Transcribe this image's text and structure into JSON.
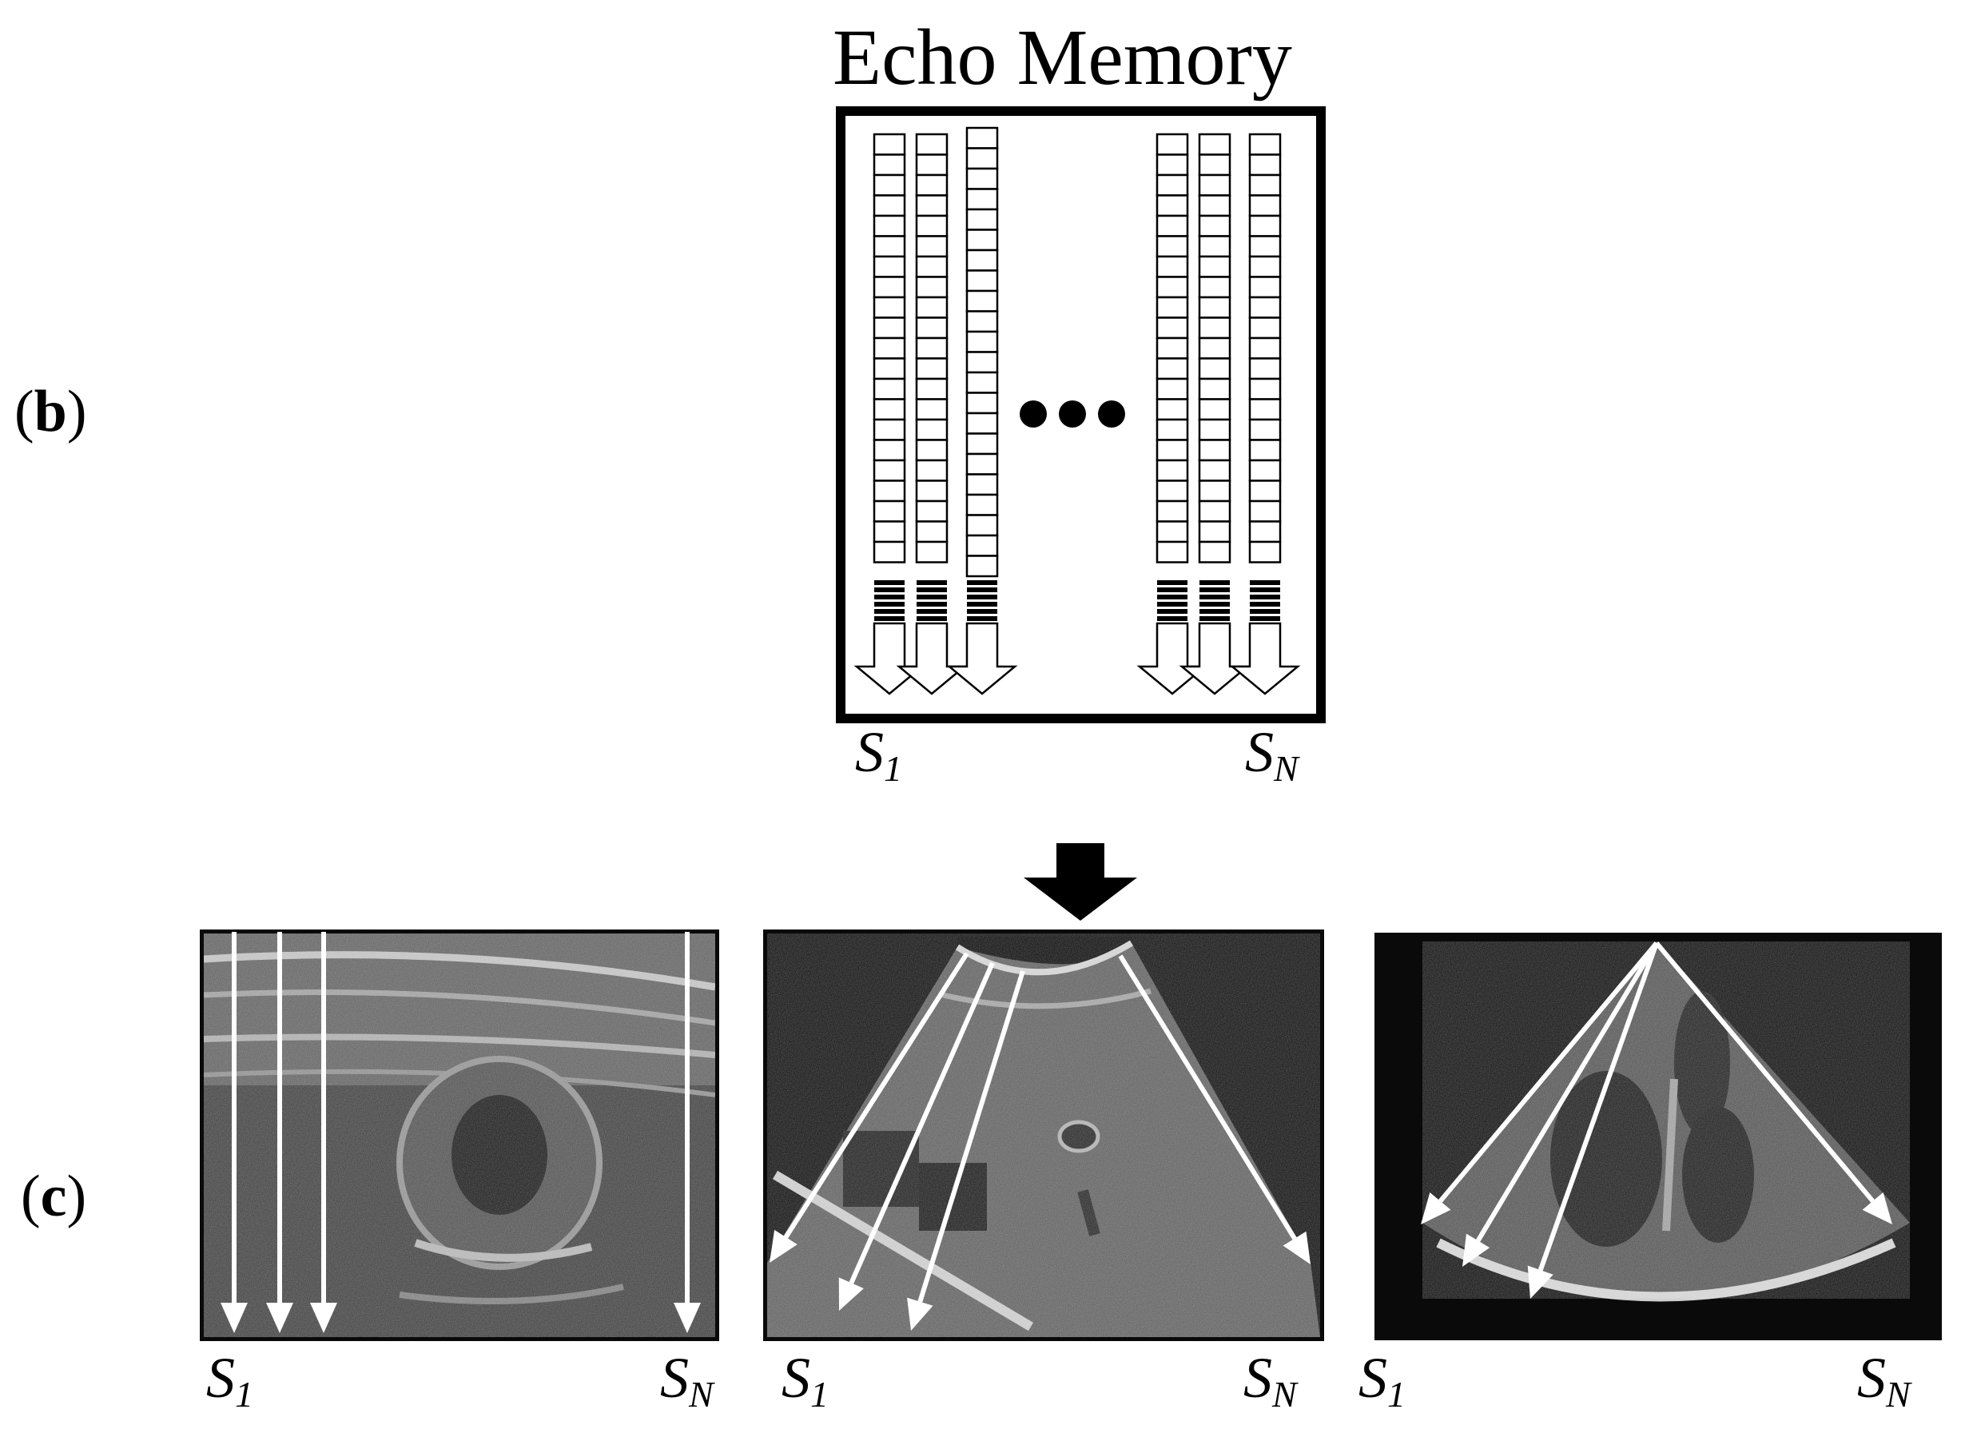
{
  "panel_b": {
    "label_open": "(",
    "label_letter": "b",
    "label_close": ")",
    "title": "Echo Memory",
    "first_scanline": {
      "base": "S",
      "sub": "1"
    },
    "last_scanline": {
      "base": "S",
      "sub": "N"
    }
  },
  "panel_c": {
    "label_open": "(",
    "label_letter": "c",
    "label_close": ")",
    "images": [
      {
        "kind": "linear",
        "first": {
          "base": "S",
          "sub": "1"
        },
        "last": {
          "base": "S",
          "sub": "N"
        }
      },
      {
        "kind": "convex",
        "first": {
          "base": "S",
          "sub": "1"
        },
        "last": {
          "base": "S",
          "sub": "N"
        }
      },
      {
        "kind": "phased",
        "first": {
          "base": "S",
          "sub": "1"
        },
        "last": {
          "base": "S",
          "sub": "N"
        }
      }
    ]
  },
  "colors": {
    "ink": "#000000",
    "image_bg": "#1e1e1e",
    "tissue": "#6e6e6e",
    "scanline_arrow": "#ffffff"
  }
}
